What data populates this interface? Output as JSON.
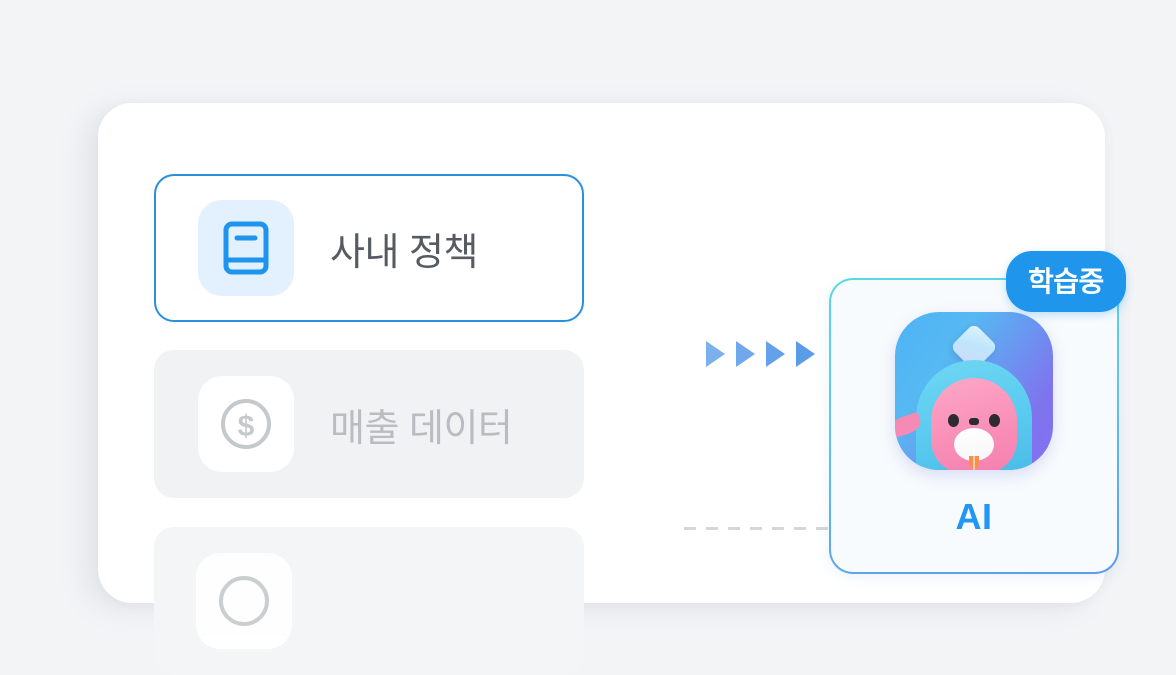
{
  "panel": {
    "background_color": "#ffffff",
    "page_background_color": "#f2f4f6"
  },
  "sources": {
    "items": [
      {
        "label": "사내 정책",
        "icon": "book-icon",
        "state": "active",
        "accent_color": "#2b8fd9"
      },
      {
        "label": "매출 데이터",
        "icon": "dollar-circle-icon",
        "state": "inactive",
        "accent_color": "#b9bdc1"
      },
      {
        "label": "",
        "icon": "partial-icon",
        "state": "inactive",
        "accent_color": "#c8cccf"
      }
    ]
  },
  "connectors": {
    "arrow": {
      "name": "arrow-connector",
      "count": 4,
      "color": "#5b9ce9"
    },
    "dashed": {
      "name": "dashed-connector",
      "color": "#d3d7da"
    }
  },
  "ai_card": {
    "label": "AI",
    "label_color": "#2196f3",
    "badge": {
      "text": "학습중",
      "background_color": "#1f96ec",
      "text_color": "#ffffff"
    },
    "border_gradient": {
      "from": "#5ad9e2",
      "to": "#5b9ce9"
    },
    "avatar": {
      "name": "ai-mascot-avatar",
      "gradient_from": "#4fb3f6",
      "gradient_to": "#8470f0",
      "hood_color": "#56c8ee",
      "face_color": "#f98fb8",
      "gem_color": "#cfe9fb"
    }
  }
}
